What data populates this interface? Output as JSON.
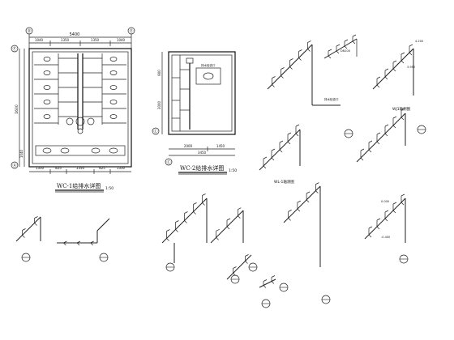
{
  "drawing": {
    "plan1": {
      "title": "WC-1给排水详图",
      "scale": "1:50",
      "grid_labels": [
        "Ⓓ",
        "Ⓔ",
        "Ⓕ",
        "Ⓐ"
      ],
      "top_dims": [
        "5400",
        "1040",
        "1350",
        "1350",
        "1040"
      ],
      "bottom_dims": [
        "1330",
        "825",
        "1350",
        "825",
        "1330"
      ],
      "side_dims": [
        "1600",
        "1040"
      ]
    },
    "plan2": {
      "title": "WC-2给排水详图",
      "scale": "1:50",
      "grid_labels": [
        "Ⓒ",
        "Ⓒ"
      ],
      "bottom_dims": [
        "2000",
        "1450",
        "3450"
      ],
      "side_dims": [
        "900",
        "3000"
      ],
      "note": "排水检查口"
    },
    "iso_labels": [
      "WJ1轴测图",
      "WL-1轴测图",
      "排水检查口",
      "DN100"
    ],
    "elev_labels": [
      "4.200",
      "3.950",
      "0.000",
      "-0.400"
    ]
  }
}
